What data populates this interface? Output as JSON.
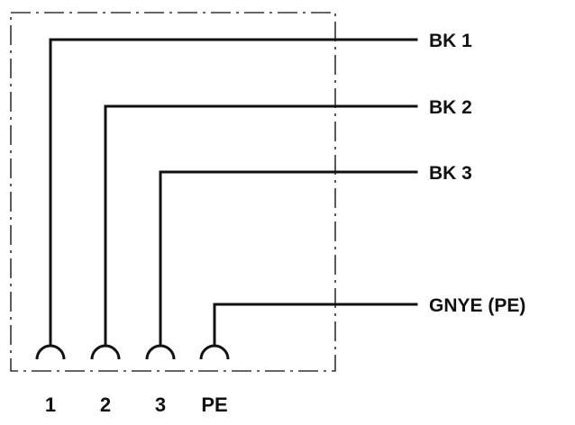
{
  "wires": [
    {
      "label": "BK 1",
      "pin": "1"
    },
    {
      "label": "BK 2",
      "pin": "2"
    },
    {
      "label": "BK 3",
      "pin": "3"
    },
    {
      "label": "GNYE (PE)",
      "pin": "PE"
    }
  ],
  "colors": {
    "line": "#111111",
    "housing": "#333333",
    "background": "#ffffff"
  }
}
